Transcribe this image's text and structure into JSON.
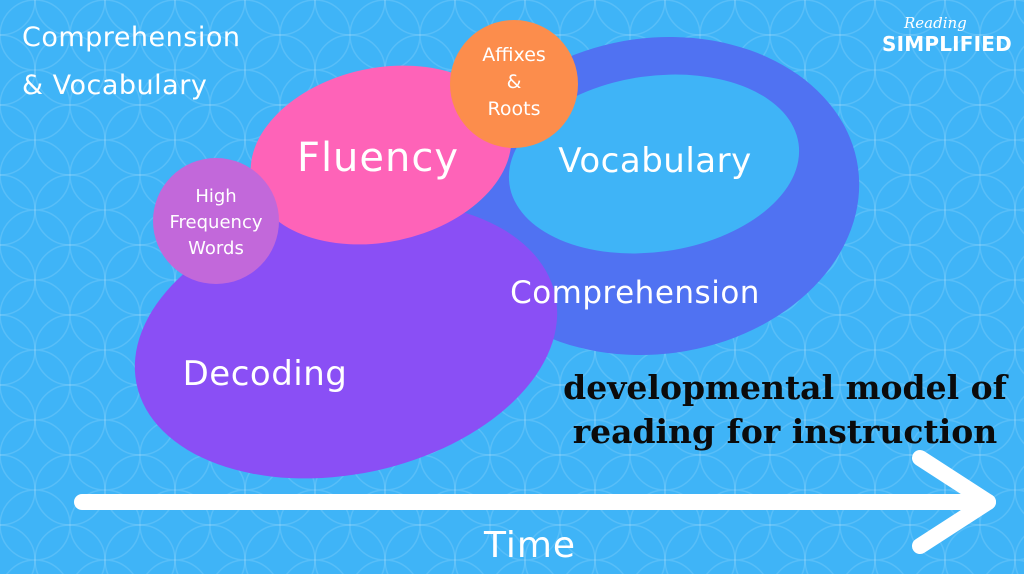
{
  "corner_title": [
    "Comprehension",
    "& Vocabulary"
  ],
  "logo": {
    "script": "Reading",
    "word": "SIMPLIFIED"
  },
  "nodes": {
    "decoding": "Decoding",
    "high_frequency_words": [
      "High",
      "Frequency",
      "Words"
    ],
    "fluency": "Fluency",
    "affixes_roots": [
      "Affixes",
      "&",
      "Roots"
    ],
    "vocabulary": "Vocabulary",
    "comprehension": "Comprehension"
  },
  "caption": [
    "developmental model of",
    "reading for instruction"
  ],
  "axis_label": "Time",
  "colors": {
    "background": "#3fb4f7",
    "decoding": "#8a4ff5",
    "high_frequency_words": "#c268da",
    "fluency": "#fe63b8",
    "affixes_roots": "#fc8d4c",
    "comprehension_ring": "#5072f2",
    "vocabulary_inner": "#3fb4f7",
    "arrow": "#ffffff",
    "caption": "#0b0b0b"
  }
}
